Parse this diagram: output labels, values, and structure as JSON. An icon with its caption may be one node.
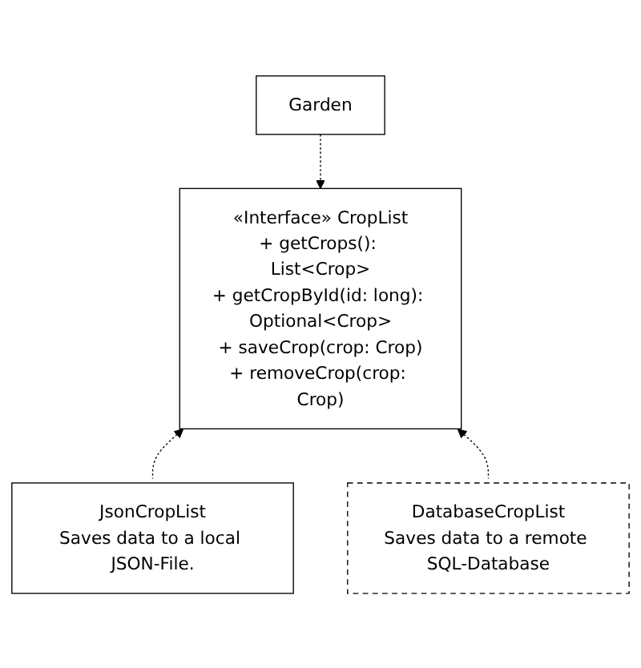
{
  "diagram": {
    "nodes": [
      {
        "text": [
          "Garden"
        ]
      },
      {
        "text": [
          "«Interface» CropList",
          "+ getCrops(): List<Crop>",
          "+ getCropById(id: long): Optional<Crop>",
          "+ saveCrop(crop: Crop)",
          "+ removeCrop(crop: Crop)"
        ]
      },
      {
        "text": [
          "JsonCropList",
          "Saves data to a local JSON-File."
        ]
      },
      {
        "text": [
          "DatabaseCropList",
          "Saves data to a remote SQL-Database"
        ]
      }
    ],
    "edges": [
      {
        "from": 0,
        "to": 1,
        "arrow": "to",
        "style": "dashed"
      },
      {
        "from": 2,
        "to": 1,
        "arrow": "to",
        "style": "dashed"
      },
      {
        "from": 3,
        "to": 1,
        "arrow": "to",
        "style": "dashed"
      }
    ]
  }
}
